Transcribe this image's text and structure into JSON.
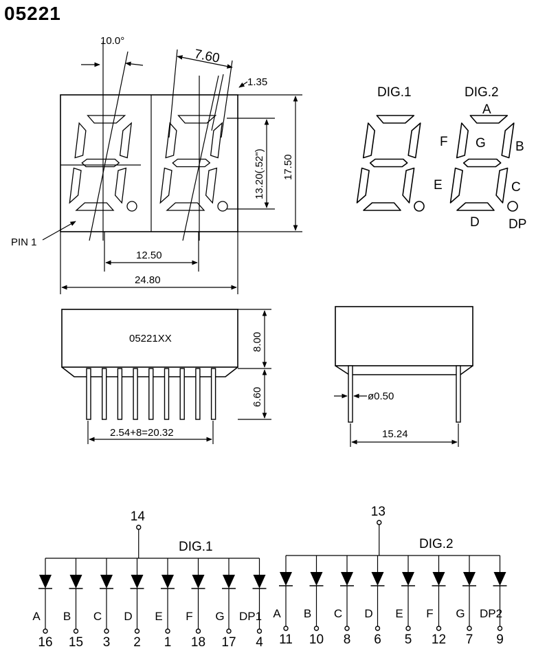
{
  "title": "05221",
  "front_view": {
    "angle": "10.0°",
    "digit_pitch": "7.60",
    "seg_width": "1.35",
    "digit_height": "13.20(.52\")",
    "height": "17.50",
    "digit_spacing": "12.50",
    "width": "24.80",
    "pin1_label": "PIN 1"
  },
  "segment_map": {
    "dig1": "DIG.1",
    "dig2": "DIG.2",
    "segments": [
      "A",
      "B",
      "C",
      "D",
      "E",
      "F",
      "G"
    ],
    "dp": "DP"
  },
  "side_view": {
    "part_number": "05221XX",
    "body_height": "8.00",
    "pin_length": "6.60",
    "pin_pitch": "2.54+8=20.32"
  },
  "end_view": {
    "pin_diameter": "ø0.50",
    "row_spacing": "15.24"
  },
  "schematic": {
    "dig1": {
      "label": "DIG.1",
      "common_pin": "14",
      "segments": [
        "A",
        "B",
        "C",
        "D",
        "E",
        "F",
        "G",
        "DP1"
      ],
      "pins": [
        "16",
        "15",
        "3",
        "2",
        "1",
        "18",
        "17",
        "4"
      ]
    },
    "dig2": {
      "label": "DIG.2",
      "common_pin": "13",
      "segments": [
        "A",
        "B",
        "C",
        "D",
        "E",
        "F",
        "G",
        "DP2"
      ],
      "pins": [
        "11",
        "10",
        "8",
        "6",
        "5",
        "12",
        "7",
        "9"
      ]
    }
  }
}
